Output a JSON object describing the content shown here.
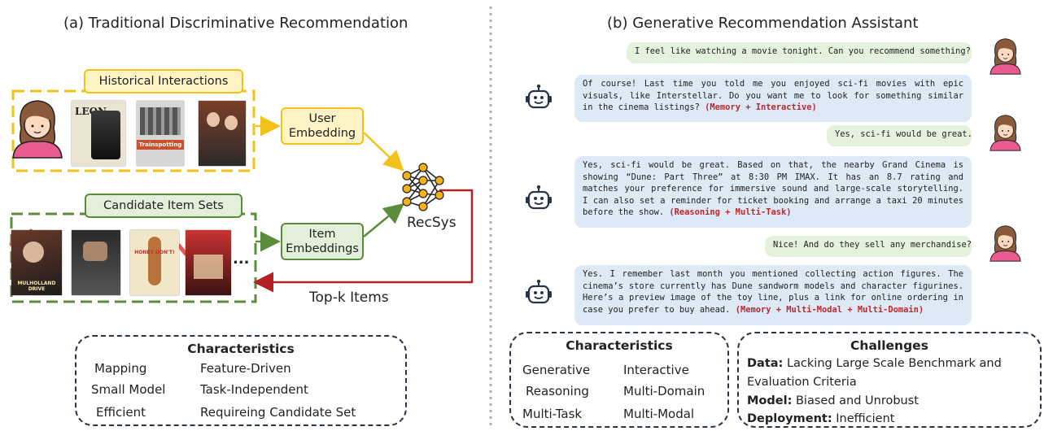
{
  "left": {
    "title": "(a) Traditional Discriminative Recommendation",
    "historical_label": "Historical Interactions",
    "candidate_label": "Candidate Item Sets",
    "user_embedding": "User Embedding",
    "item_embeddings": "Item Embeddings",
    "recsys": "RecSys",
    "topk": "Top-k Items",
    "ellipsis": "...",
    "posters_historical": [
      {
        "name": "leon-poster",
        "text": "LEON"
      },
      {
        "name": "trainspotting-poster",
        "text": "Trainspotting"
      },
      {
        "name": "fight-club-poster",
        "text": ""
      }
    ],
    "posters_candidate": [
      {
        "name": "mulholland-drive-poster",
        "text": "MULHOLLAND DRIVE"
      },
      {
        "name": "memories-of-murder-poster",
        "text": ""
      },
      {
        "name": "honey-poster",
        "text": "HONEY DON'T!"
      },
      {
        "name": "sin-city-poster",
        "text": ""
      }
    ],
    "characteristics": {
      "heading": "Characteristics",
      "col1": [
        "Mapping",
        "Small Model",
        "Efficient"
      ],
      "col2": [
        "Feature-Driven",
        "Task-Independent",
        "Requireing Candidate Set"
      ]
    }
  },
  "right": {
    "title": "(b) Generative Recommendation Assistant",
    "chat": [
      {
        "role": "user",
        "text": "I feel like watching a movie tonight. Can you recommend something?"
      },
      {
        "role": "bot",
        "text": "Of course! Last time you told me you enjoyed sci-fi movies with epic visuals, like Interstellar. Do you want me to look for something similar in the cinema listings?",
        "tag": "(Memory + Interactive)"
      },
      {
        "role": "user",
        "text": "Yes, sci-fi would be great."
      },
      {
        "role": "bot",
        "text": "Yes, sci-fi would be great. Based on that, the nearby Grand Cinema is showing “Dune: Part Three” at 8:30 PM IMAX. It has an 8.7 rating and matches your preference for immersive sound and large-scale storytelling. I can also set a reminder for ticket booking and arrange a taxi 20 minutes before the show.",
        "tag": "(Reasoning + Multi-Task)"
      },
      {
        "role": "user",
        "text": "Nice! And do they sell any merchandise?"
      },
      {
        "role": "bot",
        "text": "Yes. I remember last month you mentioned collecting action figures. The cinema’s store currently has Dune sandworm models and character figurines. Here’s a preview image of the toy line, plus a link for online ordering in case you prefer to buy ahead.",
        "tag": "(Memory + Multi-Modal + Multi-Domain)"
      }
    ],
    "characteristics": {
      "heading": "Characteristics",
      "col1": [
        "Generative",
        "Reasoning",
        "Multi-Task"
      ],
      "col2": [
        "Interactive",
        "Multi-Domain",
        "Multi-Modal"
      ]
    },
    "challenges": {
      "heading": "Challenges",
      "items": [
        {
          "label": "Data:",
          "text": "Lacking Large Scale Benchmark and Evaluation Criteria"
        },
        {
          "label": "Model:",
          "text": "Biased and Unrobust"
        },
        {
          "label": "Deployment:",
          "text": "Inefficient"
        }
      ]
    }
  },
  "colors": {
    "yellow": "#f2c21b",
    "yellow_fill": "#fdf3c4",
    "green": "#5b8c3a",
    "green_fill": "#e2efd9",
    "red": "#b22222",
    "navy": "#2b3347",
    "user_bubble": "#e3f1dd",
    "bot_bubble": "#dde9f5",
    "tag": "#c0262d"
  }
}
